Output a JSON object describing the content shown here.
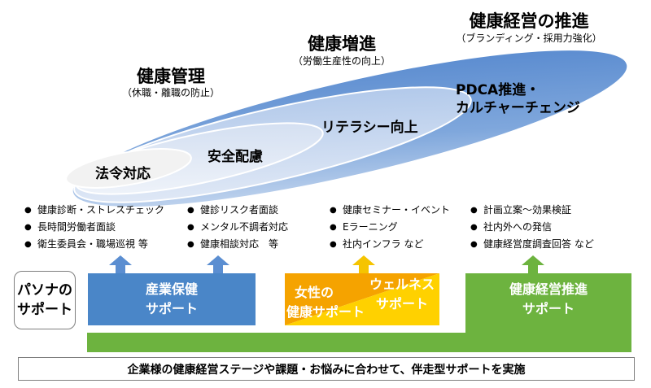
{
  "stages": [
    {
      "title": "健康管理",
      "subtitle": "（休職・離職の防止）"
    },
    {
      "title": "健康増進",
      "subtitle": "（労働生産性の向上）"
    },
    {
      "title": "健康経営の推進",
      "subtitle": "（ブランディング・採用力強化）"
    }
  ],
  "ellipse_labels": {
    "l1": "法令対応",
    "l2": "安全配慮",
    "l3": "リテラシー向上",
    "l4_line1": "PDCA推進・",
    "l4_line2": "カルチャーチェンジ"
  },
  "bullet_groups": [
    [
      "健康診断・ストレスチェック",
      "長時間労働者面談",
      "衛生委員会・職場巡視 等"
    ],
    [
      "健診リスク者面談",
      "メンタル不調者対応",
      "健康相談対応　等"
    ],
    [
      "健康セミナー・イベント",
      "Eラーニング",
      "社内インフラ など"
    ],
    [
      "計画立案～効果検証",
      "社内外への発信",
      "健康経営度調査回答 など"
    ]
  ],
  "support_label_line1": "パソナの",
  "support_label_line2": "サポート",
  "support_boxes": {
    "industrial_line1": "産業保健",
    "industrial_line2": "サポート",
    "women_line1": "女性の",
    "women_line2": "健康サポート",
    "wellness_line1": "ウェルネス",
    "wellness_line2": "サポート",
    "promotion_line1": "健康経営推進",
    "promotion_line2": "サポート"
  },
  "footer_text": "企業様の健康経営ステージや課題・お悩みに合わせて、伴走型サポートを実施",
  "colors": {
    "blue_box": "#4a86c8",
    "orange": "#f5a300",
    "yellow": "#ffd100",
    "green": "#6db33f",
    "ellipse_outer": "#5b8ed1",
    "ellipse_inner": "#f2f2f2"
  }
}
